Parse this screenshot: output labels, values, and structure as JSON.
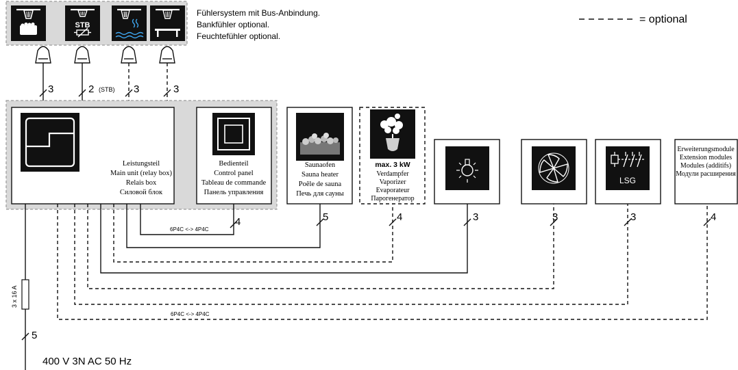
{
  "sensor_note": {
    "line1": "Fühlersystem mit Bus-Anbindung.",
    "line2": "Bankfühler optional.",
    "line3": "Feuchtefühler optional."
  },
  "legend": {
    "text": "= optional"
  },
  "sensors": {
    "stb_label": "STB",
    "counts": [
      "3",
      "2",
      "3",
      "3"
    ],
    "stb_note": "(STB)"
  },
  "main_unit": {
    "line1": "Leistungsteil",
    "line2": "Main unit (relay box)",
    "line3": "Relais box",
    "line4": "Силовой блок"
  },
  "control_panel": {
    "line1": "Bedienteil",
    "line2": "Control panel",
    "line3": "Tableau de commande",
    "line4": "Панель управления"
  },
  "sauna_heater": {
    "line1": "Saunaofen",
    "line2": "Sauna heater",
    "line3": "Poêle de sauna",
    "line4": "Печь для сауны"
  },
  "vaporizer": {
    "power": "max. 3 kW",
    "line1": "Verdampfer",
    "line2": "Vaporizer",
    "line3": "Evaporateur",
    "line4": "Парогенератор"
  },
  "light": {
    "count": "3"
  },
  "fan": {
    "count": "3"
  },
  "lsg": {
    "label": "LSG",
    "count": "3"
  },
  "extension": {
    "line1": "Erweiterungsmodule",
    "line2": "Extension modules",
    "line3": "Modules (additifs)",
    "line4": "Модули расширения",
    "count": "4"
  },
  "control_count": "4",
  "heater_count": "5",
  "vaporizer_count": "4",
  "cable_label_1": "6P4C <-> 4P4C",
  "cable_label_2": "6P4C <-> 4P4C",
  "fuse_label": "3 x 16 A",
  "supply_count": "5",
  "supply_label": "400 V 3N AC 50 Hz"
}
